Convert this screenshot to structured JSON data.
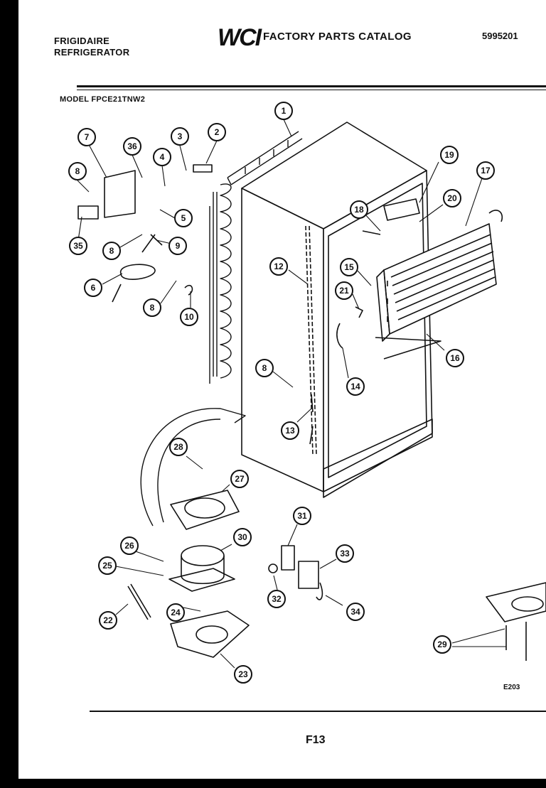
{
  "header": {
    "brand_line1": "FRIGIDAIRE",
    "brand_line2": "REFRIGERATOR",
    "logo": "WCI",
    "catalog_title": "FACTORY PARTS CATALOG",
    "catalog_code": "5995201"
  },
  "model_label": "MODEL FPCE21TNW2",
  "drawing_code": "E203",
  "page_number": "F13",
  "callouts": [
    {
      "id": "c1",
      "label": "1"
    },
    {
      "id": "c2",
      "label": "2"
    },
    {
      "id": "c3",
      "label": "3"
    },
    {
      "id": "c36a",
      "label": "36"
    },
    {
      "id": "c7",
      "label": "7"
    },
    {
      "id": "c4",
      "label": "4"
    },
    {
      "id": "c8a",
      "label": "8"
    },
    {
      "id": "c5",
      "label": "5"
    },
    {
      "id": "c35",
      "label": "35"
    },
    {
      "id": "c8b",
      "label": "8"
    },
    {
      "id": "c9",
      "label": "9"
    },
    {
      "id": "c6",
      "label": "6"
    },
    {
      "id": "c8c",
      "label": "8"
    },
    {
      "id": "c10",
      "label": "10"
    },
    {
      "id": "c12",
      "label": "12"
    },
    {
      "id": "c19",
      "label": "19"
    },
    {
      "id": "c17",
      "label": "17"
    },
    {
      "id": "c18",
      "label": "18"
    },
    {
      "id": "c20",
      "label": "20"
    },
    {
      "id": "c15",
      "label": "15"
    },
    {
      "id": "c21",
      "label": "21"
    },
    {
      "id": "c16",
      "label": "16"
    },
    {
      "id": "c14",
      "label": "14"
    },
    {
      "id": "c8d",
      "label": "8"
    },
    {
      "id": "c13",
      "label": "13"
    },
    {
      "id": "c28",
      "label": "28"
    },
    {
      "id": "c27",
      "label": "27"
    },
    {
      "id": "c31",
      "label": "31"
    },
    {
      "id": "c26",
      "label": "26"
    },
    {
      "id": "c30",
      "label": "30"
    },
    {
      "id": "c25",
      "label": "25"
    },
    {
      "id": "c33",
      "label": "33"
    },
    {
      "id": "c32",
      "label": "32"
    },
    {
      "id": "c22",
      "label": "22"
    },
    {
      "id": "c24",
      "label": "24"
    },
    {
      "id": "c34",
      "label": "34"
    },
    {
      "id": "c29",
      "label": "29"
    },
    {
      "id": "c23",
      "label": "23"
    }
  ]
}
